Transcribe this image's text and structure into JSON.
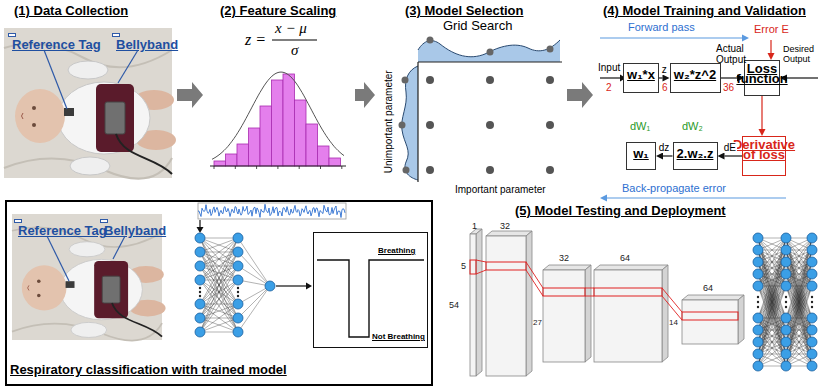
{
  "diagram": {
    "nodes": [
      {
        "text": [
          "(1) Data Collection"
        ]
      },
      {
        "text": [
          "Reference Tag"
        ],
        "in": 0
      },
      {
        "text": [
          "Bellyband"
        ],
        "in": 0
      },
      {
        "text": [
          "(2) Feature Scaling"
        ]
      },
      {
        "text": [
          "(3) Model Selection"
        ]
      },
      {
        "text": [
          "(4) Model Training and Validation"
        ]
      },
      {
        "text": [
          "w₁*x"
        ],
        "in": 5
      },
      {
        "text": [
          "w₂*z^2"
        ],
        "in": 5
      },
      {
        "text": [
          "Loss function"
        ],
        "in": 5
      },
      {
        "text": [
          "Derivative of loss"
        ],
        "in": 5
      },
      {
        "text": [
          "2.w₂.z"
        ],
        "in": 5
      },
      {
        "text": [
          "w₁"
        ],
        "in": 5
      },
      {
        "text": [
          "Respiratory classification with trained model"
        ]
      },
      {
        "text": [
          "Reference Tag"
        ],
        "in": 12
      },
      {
        "text": [
          "Bellyband"
        ],
        "in": 12
      },
      {
        "text": [
          "Breathing",
          "Not Breathing"
        ],
        "in": 12
      },
      {
        "text": [
          "(5) Model Testing and Deployment"
        ]
      }
    ],
    "edges": [
      {
        "from": 0,
        "to": 3,
        "arrow": "to"
      },
      {
        "from": 3,
        "to": 4,
        "arrow": "to"
      },
      {
        "from": 4,
        "to": 5,
        "arrow": "to"
      },
      {
        "from": 6,
        "to": 7,
        "label": "z",
        "arrow": "to"
      },
      {
        "from": 7,
        "to": 8,
        "arrow": "to"
      },
      {
        "from": 8,
        "to": 9,
        "arrow": "to"
      },
      {
        "from": 9,
        "to": 10,
        "label": "dE",
        "arrow": "to"
      },
      {
        "from": 10,
        "to": 11,
        "label": "dz",
        "arrow": "to"
      }
    ],
    "labels": [
      "z =",
      "x − μ",
      "σ",
      "Grid Search",
      "Unimportant parameter",
      "Important parameter",
      "Forward pass",
      "Error E",
      "Input",
      "2",
      "6",
      "Actual Output",
      "36",
      "Desired Output",
      "dW₁",
      "dW₂",
      "Back-propagate error",
      "1",
      "32",
      "5",
      "54",
      "32",
      "27",
      "64",
      "14",
      "64"
    ]
  }
}
